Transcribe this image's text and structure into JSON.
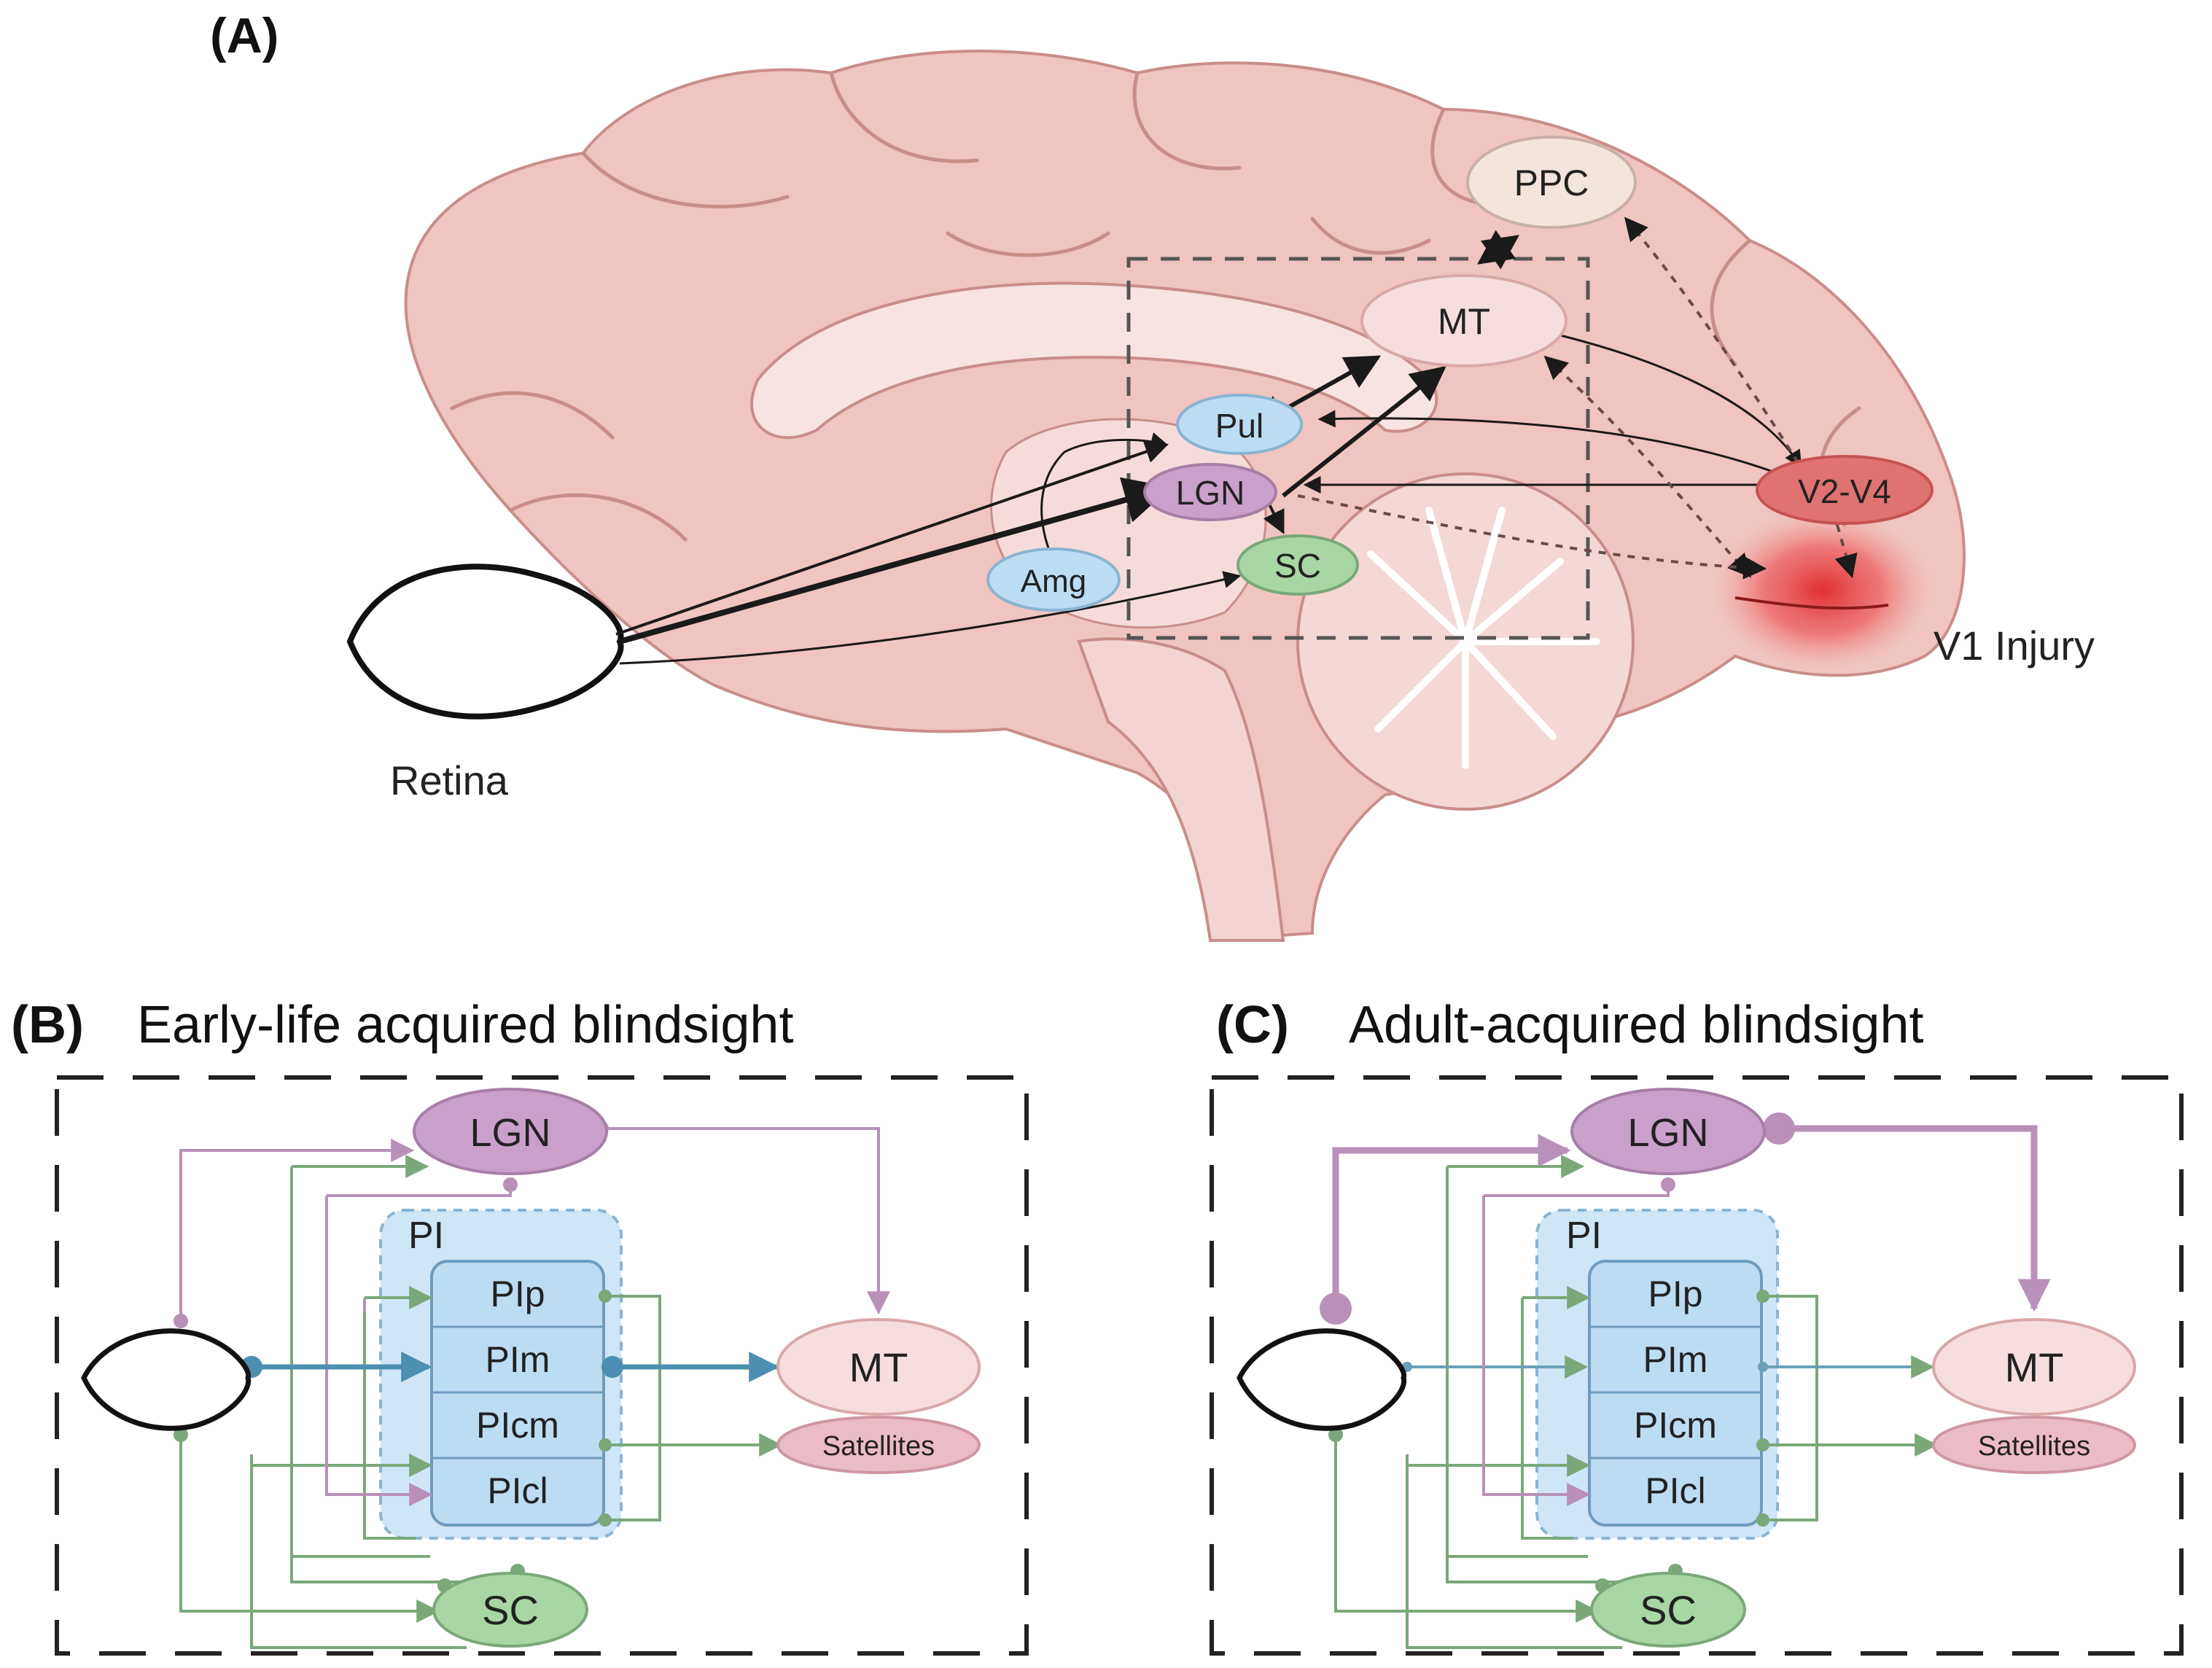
{
  "panel_a": {
    "letter": "(A)",
    "nodes": {
      "ppc": "PPC",
      "mt": "MT",
      "pul": "Pul",
      "lgn": "LGN",
      "sc": "SC",
      "amg": "Amg",
      "v2v4": "V2-V4"
    },
    "retina_label": "Retina",
    "injury_label": "V1 Injury"
  },
  "panel_b": {
    "letter": "(B)",
    "title": "Early-life acquired blindsight",
    "lgn": "LGN",
    "pi": "PI",
    "pulvinar_subdivisions": [
      "PIp",
      "PIm",
      "PIcm",
      "PIcl"
    ],
    "mt": "MT",
    "satellites": "Satellites",
    "sc": "SC"
  },
  "panel_c": {
    "letter": "(C)",
    "title": "Adult-acquired blindsight",
    "lgn": "LGN",
    "pi": "PI",
    "pulvinar_subdivisions": [
      "PIp",
      "PIm",
      "PIcm",
      "PIcl"
    ],
    "mt": "MT",
    "satellites": "Satellites",
    "sc": "SC"
  },
  "colors": {
    "brain": "#f0c4c0",
    "lgn": "#c9a0c9",
    "pulvinar": "#bcdcf2",
    "sc": "#a8d6a4",
    "mt": "#f6dede",
    "satellites": "#ecbcc6",
    "pathway_green": "#7aa87a",
    "pathway_purple": "#b890b8",
    "pathway_blue": "#4d8fb0",
    "injury": "#e63c3c"
  }
}
